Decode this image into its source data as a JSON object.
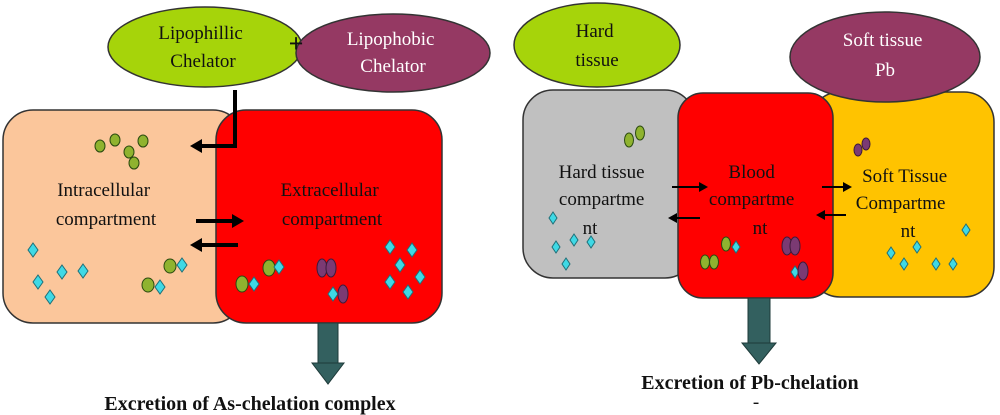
{
  "left": {
    "lipophilic": [
      "Lipophillic",
      "Chelator"
    ],
    "plus": "+",
    "lipophobic": [
      "Lipophobic",
      "Chelator"
    ],
    "intracellular": [
      "Intracellular",
      "compartment"
    ],
    "extracellular": [
      "Extracellular",
      "compartment"
    ],
    "excretion": "Excretion of As-chelation complex"
  },
  "right": {
    "hard_tissue": [
      "Hard",
      "tissue"
    ],
    "soft_tissue": [
      "Soft tissue",
      "Pb"
    ],
    "hard_comp": [
      "Hard tissue",
      "compartme",
      "nt"
    ],
    "blood_comp": [
      "Blood",
      "compartme",
      "nt"
    ],
    "soft_comp": [
      "Soft Tissue",
      "Compartme",
      "nt"
    ],
    "excretion": "Excretion of Pb-chelation"
  },
  "colors": {
    "intracellular_fill": "#fbc69b",
    "extracellular_fill": "#ff0000",
    "lipophilic_fill": "#a6d40a",
    "lipophobic_fill": "#953963",
    "hard_comp_fill": "#c0c0c0",
    "soft_comp_fill": "#ffc300",
    "arrow_fill": "#33605f",
    "green_dot": "#8fb32f",
    "purple_dot": "#7b3a73",
    "cyan_dot": "#3fd9e5"
  }
}
